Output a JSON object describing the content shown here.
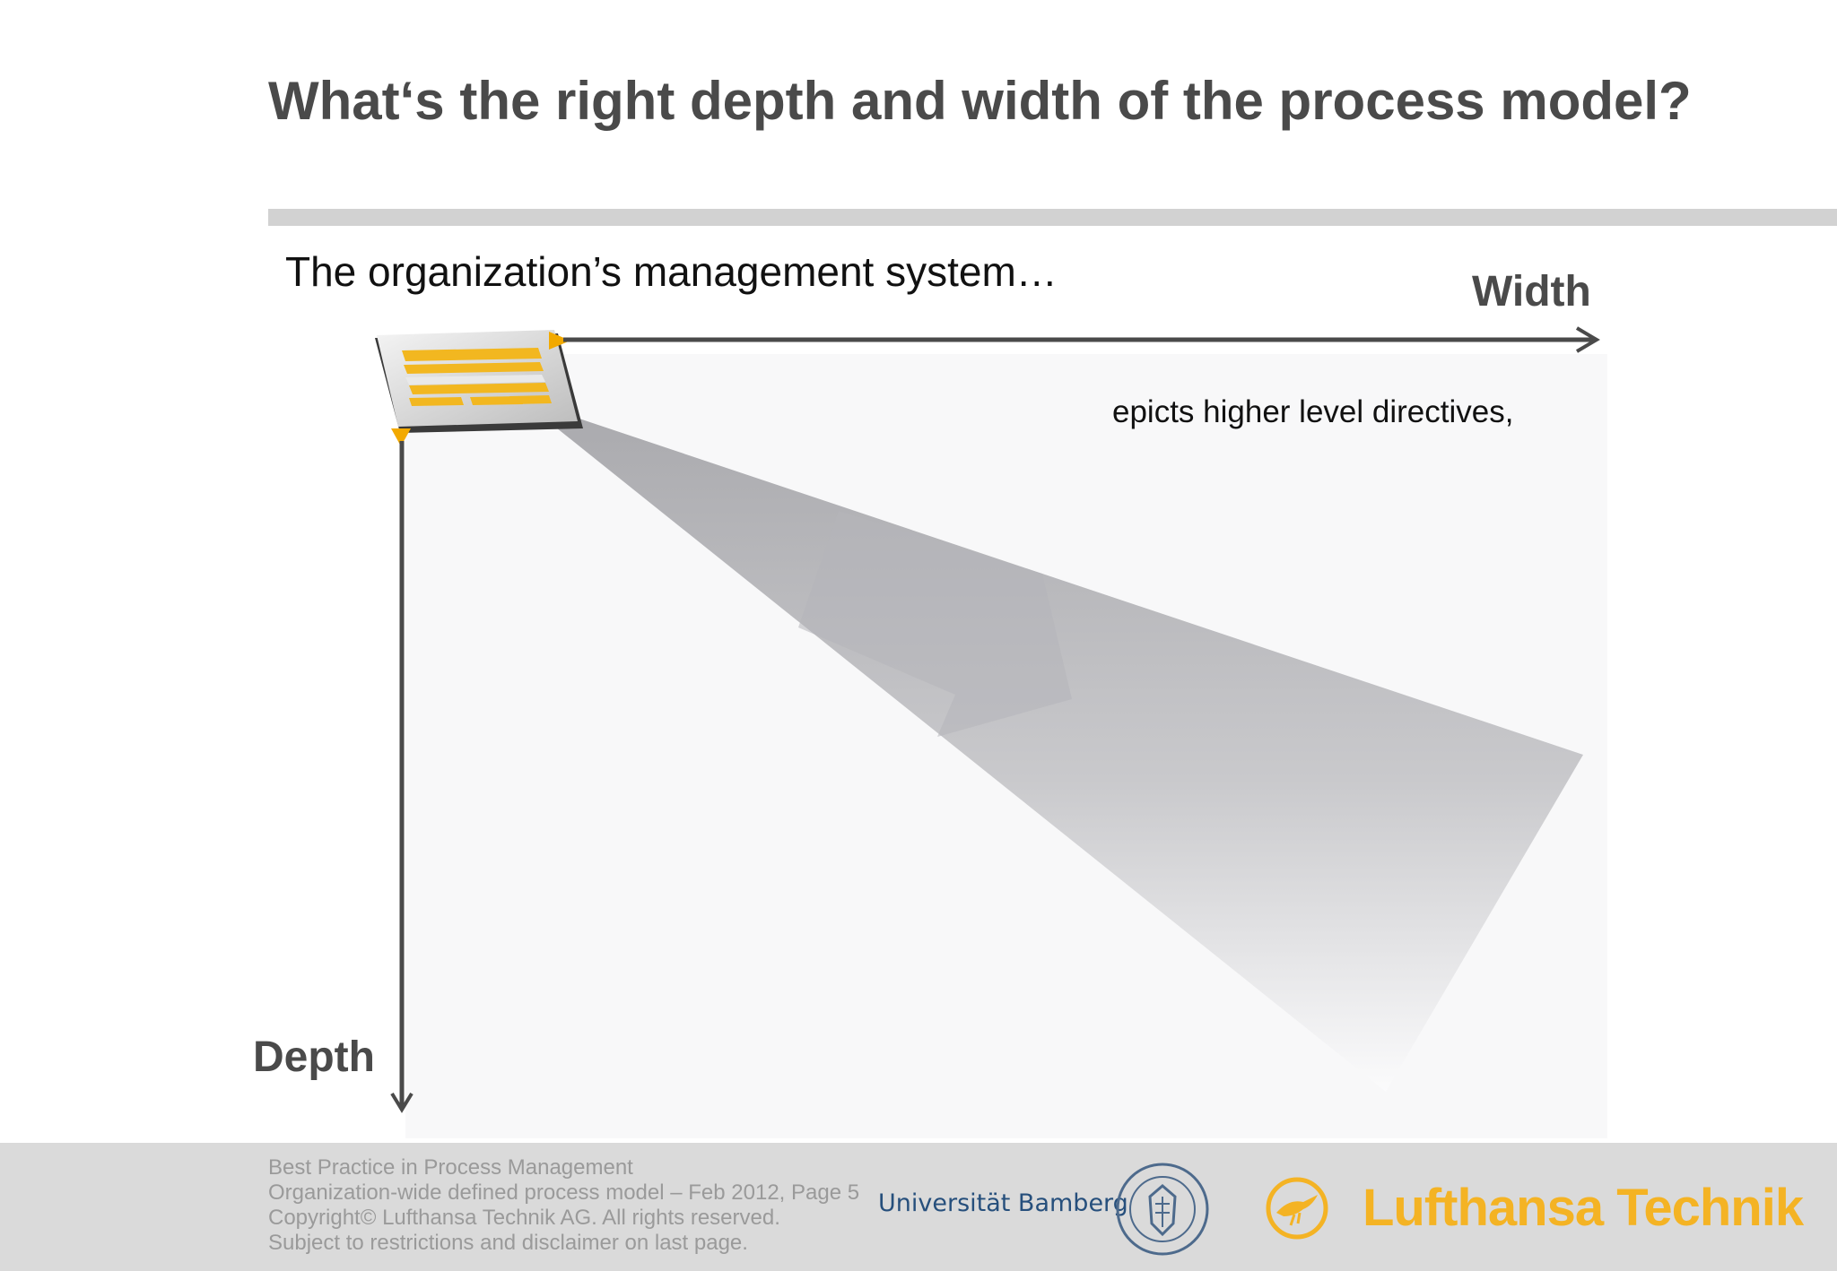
{
  "slide": {
    "title": "What‘s the right depth and width of the process model?",
    "subtitle": "The organization’s management system…",
    "callout": "epicts higher level directives,"
  },
  "axes": {
    "width_label": "Width",
    "depth_label": "Depth"
  },
  "footer": {
    "lines": [
      "Best Practice in Process Management",
      "Organization-wide defined process model – Feb 2012, Page 5",
      "Copyright© Lufthansa Technik AG. All rights reserved.",
      "Subject to restrictions and disclaimer on last page."
    ],
    "university": "Universität Bamberg",
    "company": "Lufthansa Technik"
  },
  "colors": {
    "title": "#4a4a4a",
    "axis": "#4a4a4a",
    "accent": "#f4b324",
    "footer_bg": "#dadada",
    "footer_text": "#9a9a9a",
    "university": "#264f7c"
  }
}
